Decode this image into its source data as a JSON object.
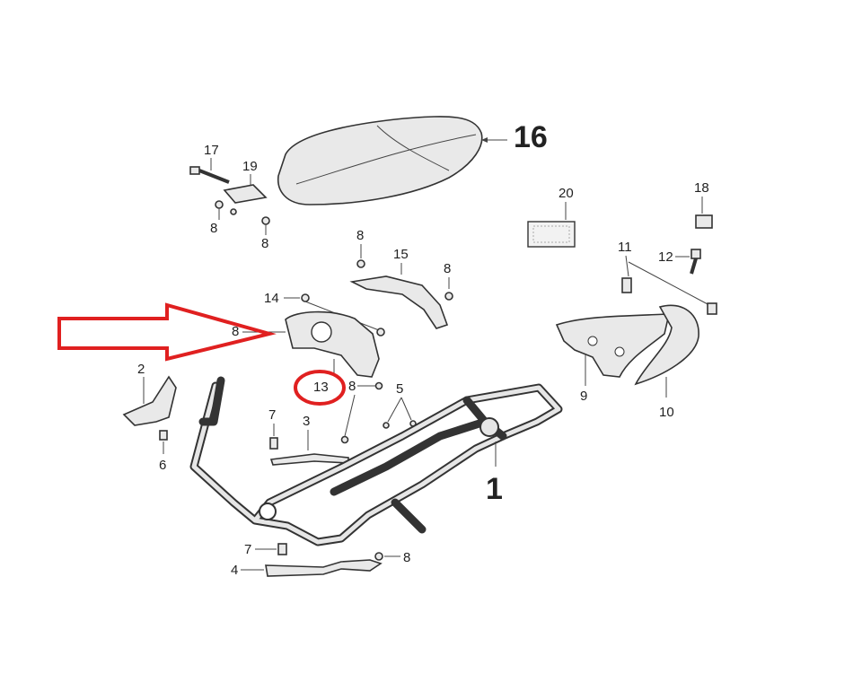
{
  "labels": {
    "p1": "1",
    "p2": "2",
    "p3": "3",
    "p4": "4",
    "p5": "5",
    "p6": "6",
    "p7a": "7",
    "p7b": "7",
    "p8a": "8",
    "p8b": "8",
    "p8c": "8",
    "p8d": "8",
    "p8e": "8",
    "p8f": "8",
    "p8g": "8",
    "p9": "9",
    "p10": "10",
    "p11": "11",
    "p12": "12",
    "p13": "13",
    "p14": "14",
    "p15": "15",
    "p16": "16",
    "p17": "17",
    "p18": "18",
    "p19": "19",
    "p20": "20"
  },
  "colors": {
    "highlight": "#e02020",
    "ink": "#333333"
  }
}
